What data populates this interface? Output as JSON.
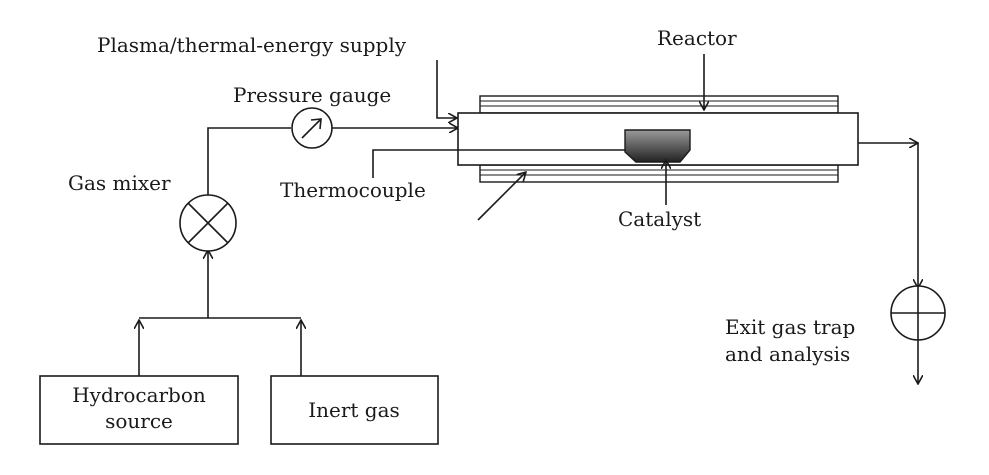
{
  "labels": {
    "supply": "Plasma/thermal-energy supply",
    "reactor": "Reactor",
    "pressure_gauge": "Pressure gauge",
    "gas_mixer": "Gas mixer",
    "thermocouple": "Thermocouple",
    "catalyst": "Catalyst",
    "exit_line1": "Exit gas trap",
    "exit_line2": "and analysis",
    "hydrocarbon_line1": "Hydrocarbon",
    "hydrocarbon_line2": "source",
    "inert_gas": "Inert gas"
  },
  "colors": {
    "ink": "#1a1a1a",
    "catalyst_top": "#8a8a8a",
    "catalyst_bottom": "#2a2a2a"
  }
}
